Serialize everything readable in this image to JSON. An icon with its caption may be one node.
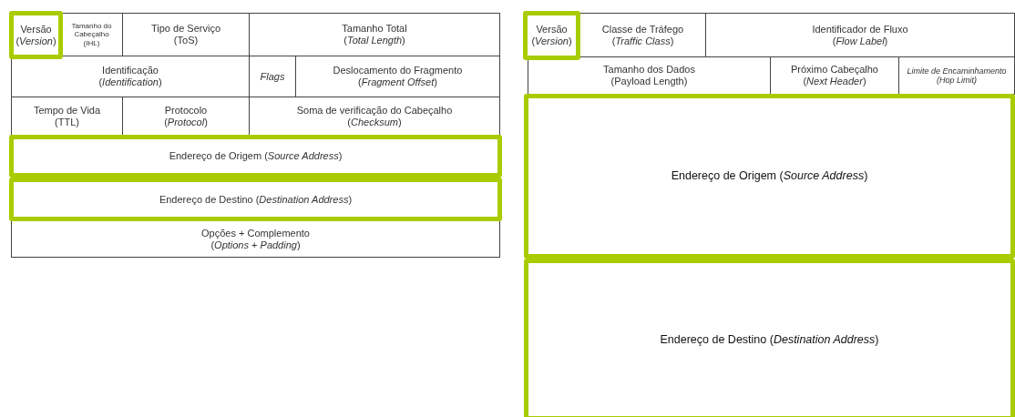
{
  "diagram": {
    "nodes": [
      {
        "text": [
          "Versão",
          "(*Version*)"
        ]
      },
      {
        "text": [
          "Tamanho do Cabeçalho",
          "(IHL)"
        ]
      },
      {
        "text": [
          "Tipo de Serviço",
          "(ToS)"
        ]
      },
      {
        "text": [
          "Tamanho Total",
          "(*Total Length*)"
        ]
      },
      {
        "text": [
          "Identificação",
          "(*Identification*)"
        ]
      },
      {
        "text": [
          "Flags"
        ]
      },
      {
        "text": [
          "Deslocamento do Fragmento",
          "(*Fragment Offset*)"
        ]
      },
      {
        "text": [
          "Tempo de Vida",
          "(TTL)"
        ]
      },
      {
        "text": [
          "Protocolo",
          "(*Protocol*)"
        ]
      },
      {
        "text": [
          "Soma de verificação do Cabeçalho",
          "(*Checksum*)"
        ]
      },
      {
        "text": [
          "Endereço de Origem (*Source Address*)"
        ]
      },
      {
        "text": [
          "Endereço de Destino (*Destination Address*)"
        ]
      },
      {
        "text": [
          "Opções + Complemento",
          "(*Options* + *Padding*)"
        ]
      },
      {
        "text": [
          "Versão",
          "(*Version*)"
        ]
      },
      {
        "text": [
          "Classe de Tráfego",
          "(*Traffic Class*)"
        ]
      },
      {
        "text": [
          "Identificador de Fluxo",
          "(*Flow Label*)"
        ]
      },
      {
        "text": [
          "Tamanho dos Dados",
          "(Payload Length)"
        ]
      },
      {
        "text": [
          "Próximo Cabeçalho",
          "(*Next Header*)"
        ]
      },
      {
        "text": [
          "Limite de Encaminhamento",
          "(Hop Limit)"
        ]
      },
      {
        "text": [
          "Endereço de Origem (*Source Address*)"
        ]
      },
      {
        "text": [
          "Endereço de Destino (*Destination Address*)"
        ]
      }
    ],
    "edges": []
  }
}
